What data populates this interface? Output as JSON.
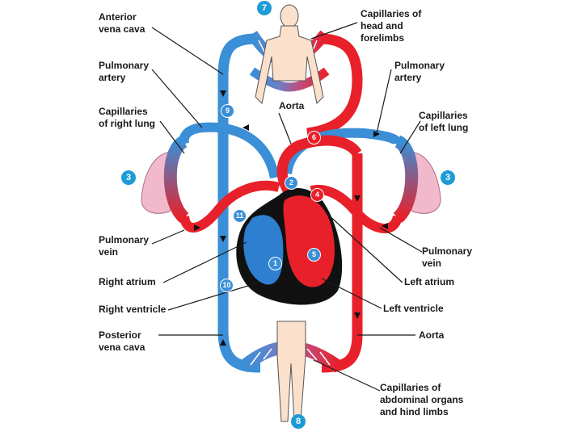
{
  "labels": {
    "anterior_vena_cava": "Anterior\nvena cava",
    "pulmonary_artery_left": "Pulmonary\nartery",
    "capillaries_right_lung": "Capillaries\nof right lung",
    "pulmonary_vein_left": "Pulmonary\nvein",
    "right_atrium": "Right atrium",
    "right_ventricle": "Right ventricle",
    "posterior_vena_cava": "Posterior\nvena cava",
    "capillaries_head": "Capillaries of\nhead and\nforelimbs",
    "pulmonary_artery_right": "Pulmonary\nartery",
    "capillaries_left_lung": "Capillaries\nof left lung",
    "pulmonary_vein_right": "Pulmonary\nvein",
    "left_atrium": "Left atrium",
    "left_ventricle": "Left ventricle",
    "aorta_bottom": "Aorta",
    "aorta_top": "Aorta",
    "capillaries_abdominal": "Capillaries of\nabdominal organs\nand hind limbs"
  },
  "step_numbers": {
    "n1": "1",
    "n2": "2",
    "n3_left": "3",
    "n3_right": "3",
    "n4": "4",
    "n5": "5",
    "n6": "6",
    "n7": "7",
    "n8": "8",
    "n9": "9",
    "n10": "10",
    "n11": "11"
  },
  "colors": {
    "deoxygenated": "#3a8fd6",
    "oxygenated": "#e8202a",
    "lung": "#f2b8cc",
    "body": "#fbe0cc",
    "heart_outline": "#111111",
    "badge": "#1e9ad6"
  }
}
